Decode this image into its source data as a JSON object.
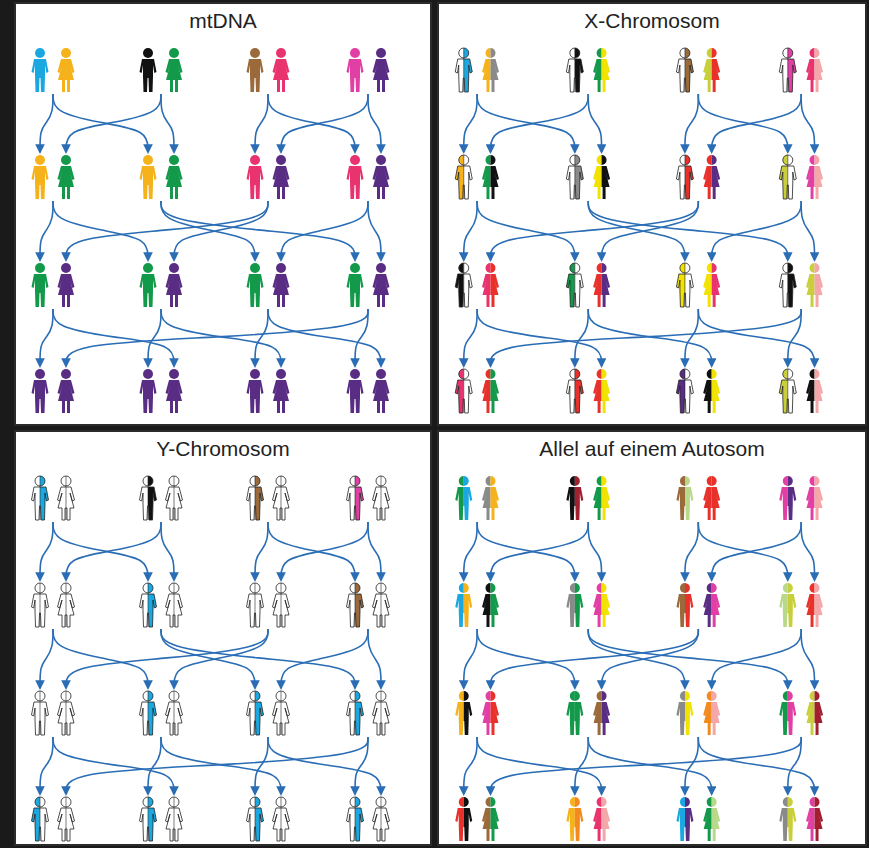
{
  "diagram": {
    "nodes": [
      {
        "text": [
          "mtDNA"
        ]
      },
      {
        "text": [
          "X-Chromosom"
        ]
      },
      {
        "text": [
          "Y-Chromosom"
        ]
      },
      {
        "text": [
          "Allel auf einem Autosom"
        ]
      }
    ]
  }
}
